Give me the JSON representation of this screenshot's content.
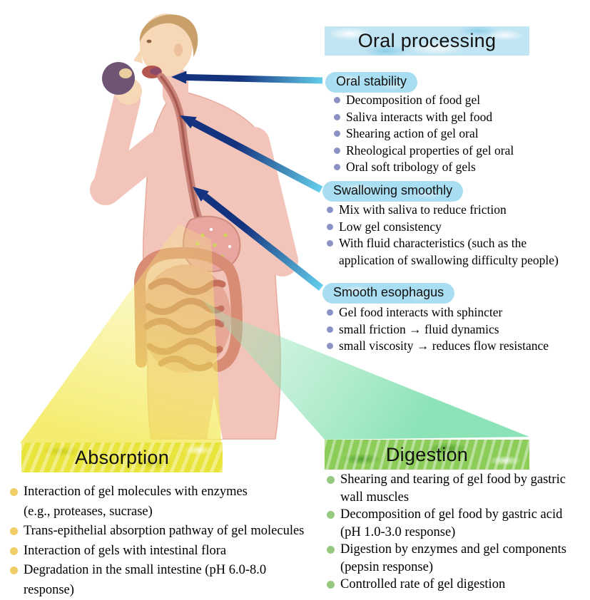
{
  "header": {
    "title": "Oral processing"
  },
  "oral_stability": {
    "label": "Oral stability",
    "items": [
      "Decomposition of food gel",
      "Saliva interacts with gel food",
      "Shearing action of gel oral",
      "Rheological properties of gel oral",
      "Oral soft tribology of gels"
    ]
  },
  "swallowing": {
    "label": "Swallowing smoothly",
    "items": [
      "Mix with saliva to reduce friction",
      "Low gel consistency",
      "With fluid characteristics (such as the\napplication of swallowing difficulty people)"
    ]
  },
  "esophagus": {
    "label": "Smooth esophagus",
    "items": [
      "Gel food interacts with sphincter",
      "small friction → fluid dynamics",
      "small viscosity → reduces flow resistance"
    ]
  },
  "absorption": {
    "label": "Absorption",
    "items": [
      "Interaction of gel molecules with enzymes\n(e.g., proteases, sucrase)",
      "Trans-epithelial absorption pathway of gel molecules",
      "Interaction of gels with intestinal flora",
      "Degradation in the small intestine (pH 6.0-8.0 response)"
    ]
  },
  "digestion": {
    "label": "Digestion",
    "items": [
      "Shearing and tearing of gel food by gastric\nwall muscles",
      "Decomposition of gel food by gastric acid\n(pH 1.0-3.0 response)",
      "Digestion by enzymes and gel components\n(pepsin response)",
      "Controlled rate of gel digestion"
    ]
  },
  "figure": {
    "description": "illustration of a person eating, showing mouth, esophagus, stomach and intestines"
  },
  "colors": {
    "pill_blue": "#a9ddf1",
    "arrow_navy": "#14337f",
    "arrow_cyan": "#63cdea",
    "absorption_yellow": "#e9e43b",
    "digestion_green": "#8bcd58",
    "bullet_blue": "#8a92c4",
    "bullet_yellow": "#f1cd68",
    "bullet_green": "#96ca80"
  }
}
